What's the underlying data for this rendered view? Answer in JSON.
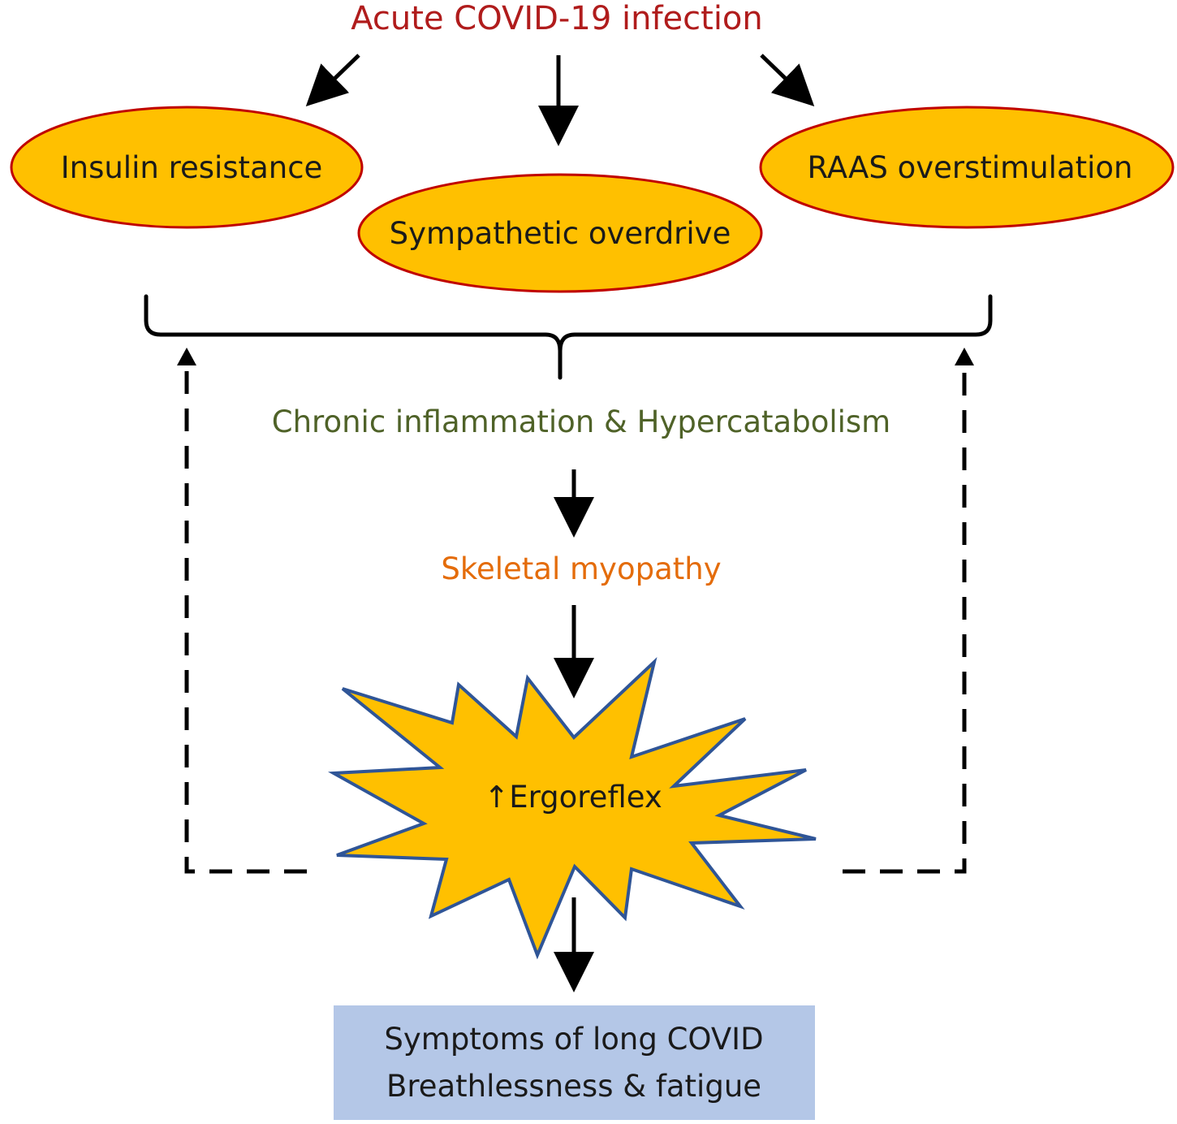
{
  "nodes": {
    "infection": {
      "label": "Acute COVID-19 infection",
      "color": "#b01c1c"
    },
    "insulin": {
      "label": "Insulin resistance"
    },
    "sympathetic": {
      "label": "Sympathetic overdrive"
    },
    "raas": {
      "label": "RAAS overstimulation"
    },
    "inflammation": {
      "label": "Chronic inflammation & Hypercatabolism",
      "color": "#4f6228"
    },
    "myopathy": {
      "label": "Skeletal myopathy",
      "color": "#e46c0a"
    },
    "ergoreflex": {
      "label": "↑Ergoreflex"
    },
    "symptoms": {
      "line1": "Symptoms of long COVID",
      "line2": "Breathlessness & fatigue"
    }
  },
  "colors": {
    "ellipse_fill": "#ffc000",
    "ellipse_stroke": "#c00000",
    "star_fill": "#ffc000",
    "star_stroke": "#2f5597",
    "box_fill": "#b4c7e7",
    "arrow": "#000000",
    "text_dark": "#1a1a1a"
  }
}
